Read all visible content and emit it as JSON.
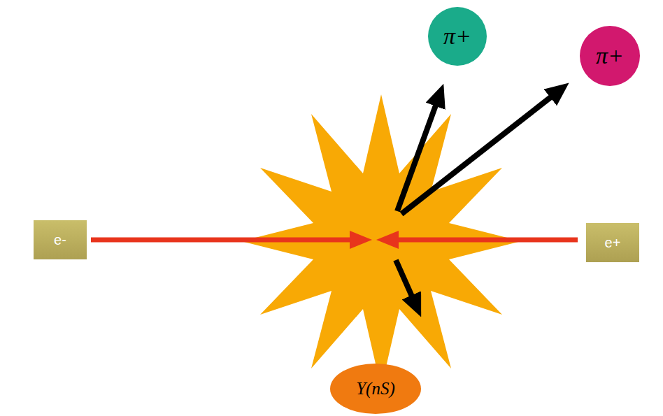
{
  "diagram": {
    "nodes": [
      {
        "text": [
          "π+"
        ]
      },
      {
        "text": [
          "π+"
        ]
      },
      {
        "text": [
          "e-"
        ]
      },
      {
        "text": [
          "e+"
        ]
      },
      {
        "text": [
          "Υ(nS)"
        ]
      }
    ]
  }
}
